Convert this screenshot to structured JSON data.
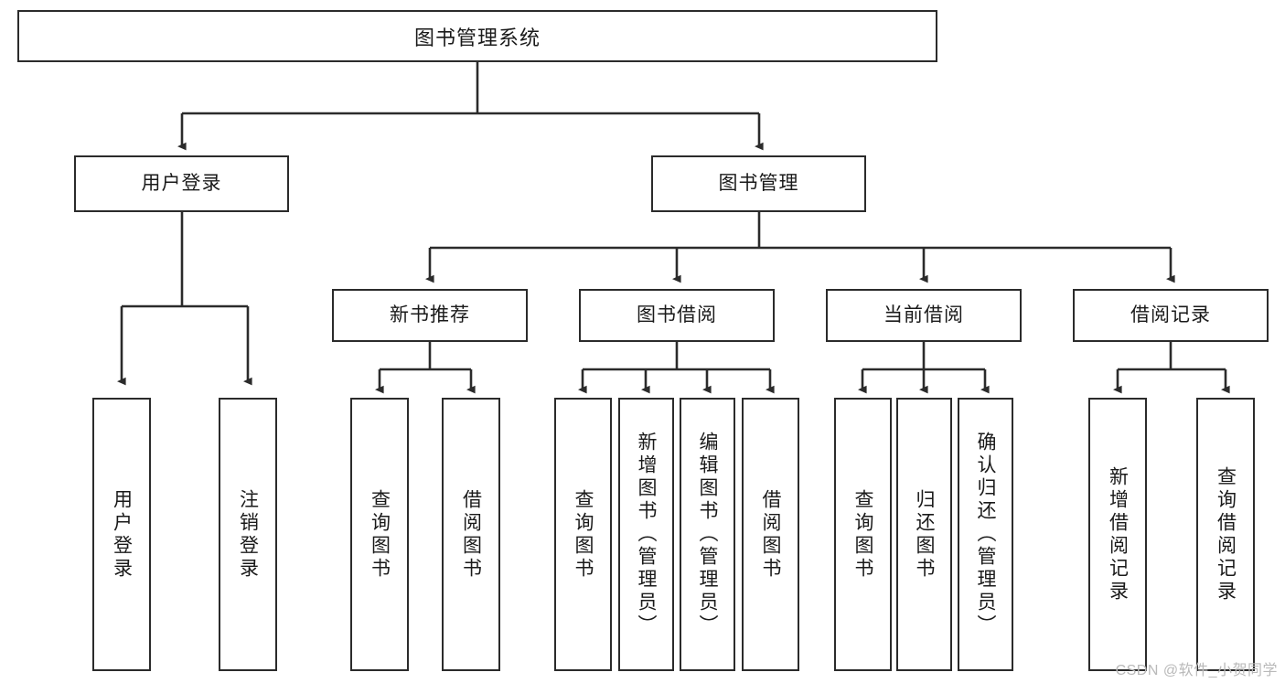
{
  "diagram": {
    "title": "图书管理系统",
    "type": "tree-hierarchy-chart",
    "colors": {
      "box_border": "#2b2b2b",
      "box_fill": "#ffffff",
      "connector": "#2b2b2b",
      "text": "#1a1a1a",
      "watermark": "#b9b9b9"
    },
    "root": {
      "label": "图书管理系统"
    },
    "level2": [
      {
        "label": "用户登录"
      },
      {
        "label": "图书管理"
      }
    ],
    "level3": [
      {
        "label": "新书推荐"
      },
      {
        "label": "图书借阅"
      },
      {
        "label": "当前借阅"
      },
      {
        "label": "借阅记录"
      }
    ],
    "leaves": {
      "user_login": [
        {
          "label": "用户登录"
        },
        {
          "label": "注销登录"
        }
      ],
      "new_book_recommend": [
        {
          "label": "查询图书"
        },
        {
          "label": "借阅图书"
        }
      ],
      "book_borrow": [
        {
          "label": "查询图书"
        },
        {
          "label": "新增图书（管理员）"
        },
        {
          "label": "编辑图书（管理员）"
        },
        {
          "label": "借阅图书"
        }
      ],
      "current_borrow": [
        {
          "label": "查询图书"
        },
        {
          "label": "归还图书"
        },
        {
          "label": "确认归还（管理员）"
        }
      ],
      "borrow_record": [
        {
          "label": "新增借阅记录"
        },
        {
          "label": "查询借阅记录"
        }
      ]
    }
  },
  "watermark": {
    "text": "CSDN @软件_小贺同学"
  }
}
